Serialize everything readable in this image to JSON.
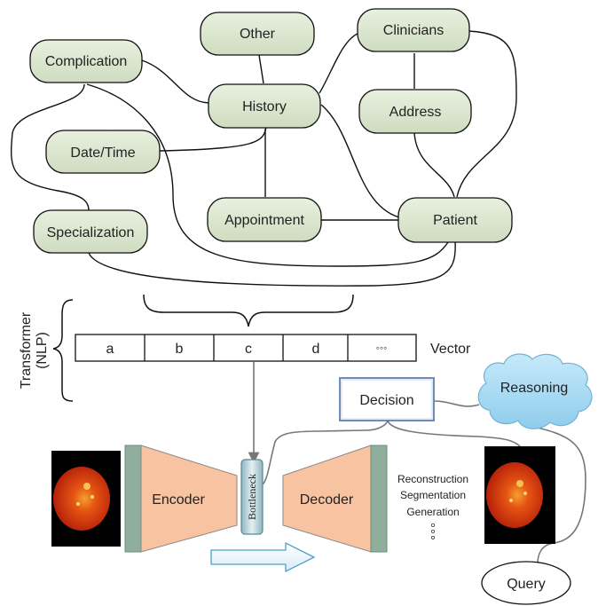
{
  "nodes": {
    "other": "Other",
    "clinicians": "Clinicians",
    "complication": "Complication",
    "history": "History",
    "address": "Address",
    "datetime": "Date/Time",
    "appointment": "Appointment",
    "patient": "Patient",
    "specialization": "Specialization"
  },
  "transformer": {
    "line1": "Transformer",
    "line2": "(NLP)"
  },
  "vector": {
    "label": "Vector",
    "cells": [
      "a",
      "b",
      "c",
      "d",
      "◦◦◦"
    ]
  },
  "decision": "Decision",
  "reasoning": "Reasoning",
  "encoder": "Encoder",
  "bottleneck": "Bottleneck",
  "decoder": "Decoder",
  "outputs": {
    "reconstruction": "Reconstruction",
    "segmentation": "Segmentation",
    "generation": "Generation"
  },
  "query": "Query",
  "colors": {
    "node_fill": "#d9e6cc",
    "encoder_fill": "#f7c3a1",
    "bar_fill": "#8fae9b",
    "cloud_fill": "#a3d7f0",
    "retina": "#d83a10"
  }
}
